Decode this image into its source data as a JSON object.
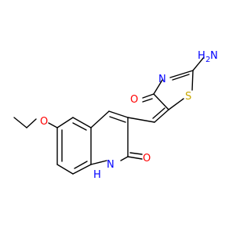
{
  "molecule": {
    "colors": {
      "carbon_bond": "#000000",
      "nitrogen": "#0000ff",
      "oxygen": "#ff0000",
      "sulfur": "#c8a800"
    },
    "atoms": {
      "amine_nitrogen": {
        "element": "N",
        "text": "N",
        "subscript": "2",
        "prefix": "H"
      },
      "thiazole_nitrogen": {
        "element": "N",
        "text": "N"
      },
      "thiazole_sulfur": {
        "element": "S",
        "text": "S"
      },
      "thiazole_oxygen": {
        "element": "O",
        "text": "O"
      },
      "ethoxy_oxygen": {
        "element": "O",
        "text": "O"
      },
      "quinolinone_nitrogen": {
        "element": "N",
        "text": "N"
      },
      "quinolinone_hydrogen": {
        "element": "H",
        "text": "H"
      },
      "quinolinone_oxygen": {
        "element": "O",
        "text": "O"
      }
    }
  }
}
